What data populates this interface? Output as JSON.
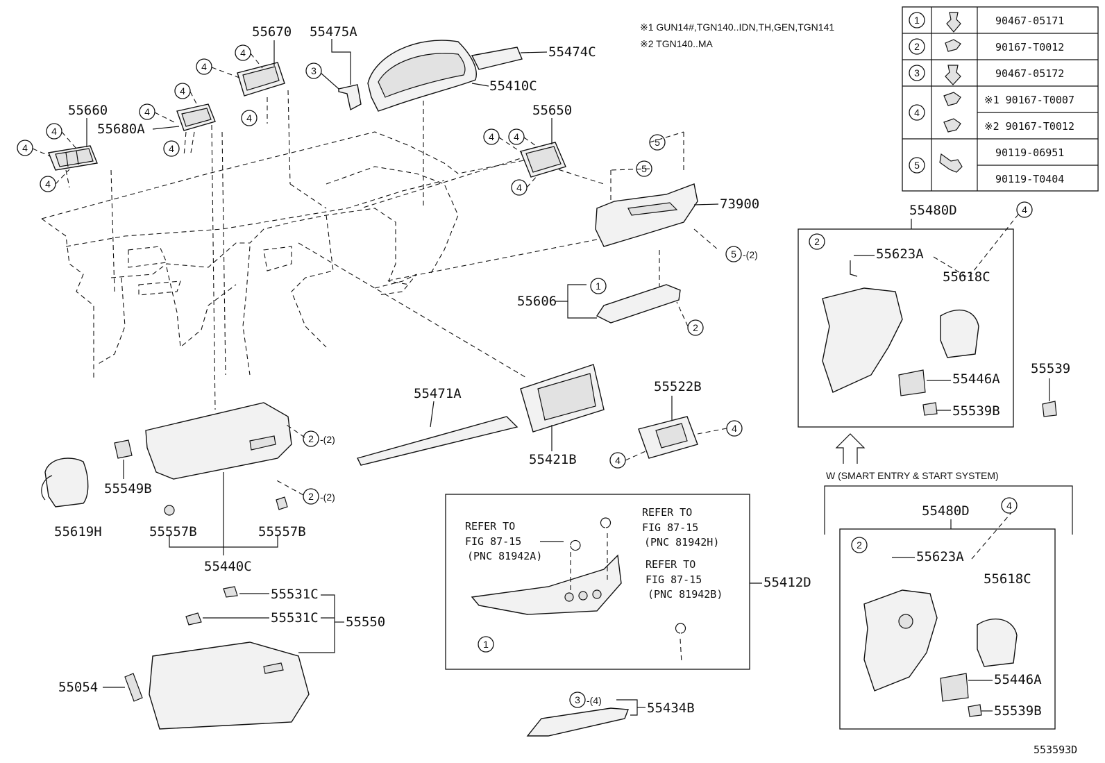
{
  "notes": {
    "note1": "※1 GUN14#,TGN140..IDN,TH,GEN,TGN141",
    "note2": "※2 TGN140..MA"
  },
  "fastener_table": [
    {
      "key": "1",
      "parts": [
        "90467-05171"
      ]
    },
    {
      "key": "2",
      "parts": [
        "90167-T0012"
      ]
    },
    {
      "key": "3",
      "parts": [
        "90467-05172"
      ]
    },
    {
      "key": "4",
      "parts": [
        "※1 90167-T0007",
        "※2 90167-T0012"
      ]
    },
    {
      "key": "5",
      "parts": [
        "90119-06951",
        "90119-T0404"
      ]
    }
  ],
  "part_labels": {
    "p55670": "55670",
    "p55475A": "55475A",
    "p55474C": "55474C",
    "p55410C": "55410C",
    "p55660": "55660",
    "p55680A": "55680A",
    "p55650": "55650",
    "p73900": "73900",
    "p55606": "55606",
    "p55471A": "55471A",
    "p55522B": "55522B",
    "p55421B": "55421B",
    "p55549B": "55549B",
    "p55619H": "55619H",
    "p55557B_a": "55557B",
    "p55557B_b": "55557B",
    "p55440C": "55440C",
    "p55531C_a": "55531C",
    "p55531C_b": "55531C",
    "p55550": "55550",
    "p55054": "55054",
    "p55412D": "55412D",
    "p55434B": "55434B",
    "p55480D_a": "55480D",
    "p55623A_a": "55623A",
    "p55618C_a": "55618C",
    "p55446A_a": "55446A",
    "p55539B_a": "55539B",
    "p55539": "55539",
    "p55480D_b": "55480D",
    "p55623A_b": "55623A",
    "p55618C_b": "55618C",
    "p55446A_b": "55446A",
    "p55539B_b": "55539B"
  },
  "qty": {
    "q2a": "-(2)",
    "q2b": "-(2)",
    "q5": "-(2)",
    "q3": "-(4)"
  },
  "refer": {
    "a1": "REFER TO",
    "a2": "FIG 87-15",
    "a3": "(PNC 81942A)",
    "h1": "REFER TO",
    "h2": "FIG 87-15",
    "h3": "(PNC 81942H)",
    "b1": "REFER TO",
    "b2": "FIG 87-15",
    "b3": "(PNC 81942B)"
  },
  "smart_entry_caption": "W (SMART ENTRY & START SYSTEM)",
  "diagram_id": "553593D"
}
